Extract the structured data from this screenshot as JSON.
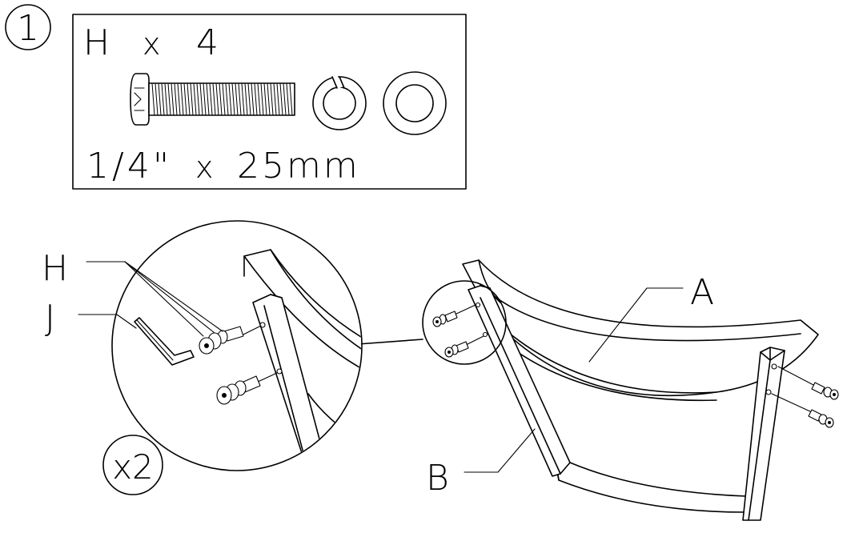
{
  "step": {
    "number": "1"
  },
  "hardware_box": {
    "part_label": "H",
    "times_sign": "x",
    "quantity": "4",
    "size_inch": "1/4\"",
    "size_times": "x",
    "size_mm": "25mm",
    "items": [
      "bolt-icon",
      "split-lock-washer-icon",
      "flat-washer-icon"
    ]
  },
  "callouts": {
    "H": "H",
    "J": "J",
    "A": "A",
    "B": "B"
  },
  "detail": {
    "multiplier": "x2"
  }
}
